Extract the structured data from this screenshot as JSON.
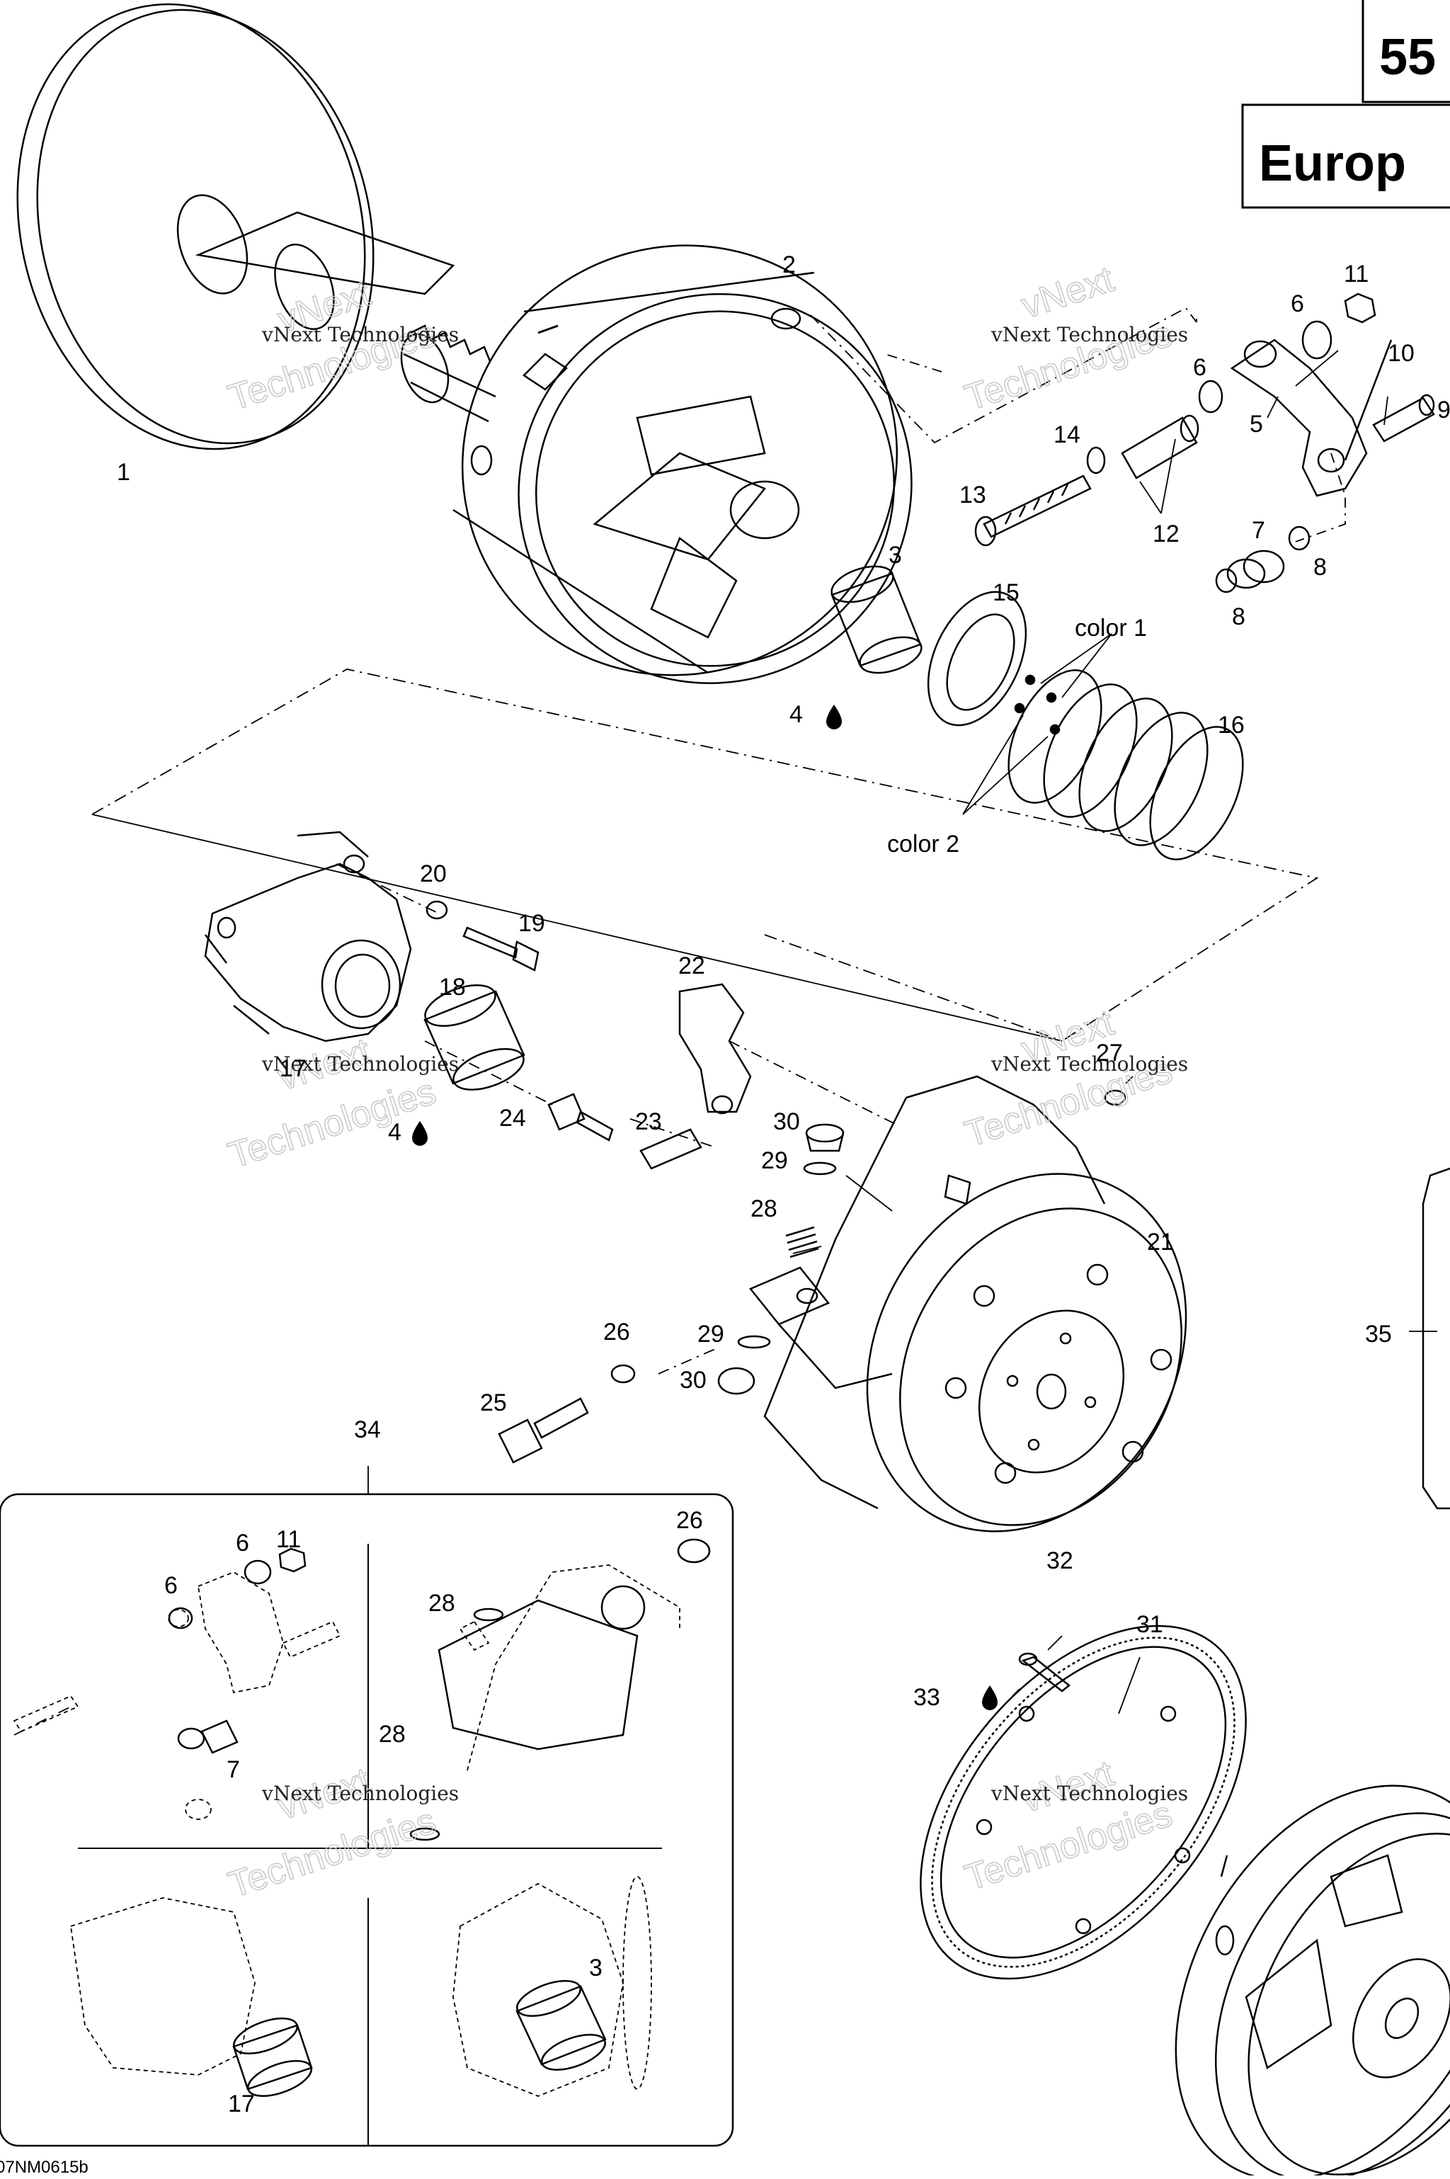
{
  "header": {
    "page_number": "55",
    "region": "Europ"
  },
  "watermark": {
    "company_line": "vNext Technologies",
    "outline_top": "vNext",
    "outline_bottom": "Technologies"
  },
  "callouts": {
    "p1": "1",
    "p2": "2",
    "p3": "3",
    "p3b": "3",
    "p4a": "4",
    "p4b": "4",
    "p5": "5",
    "p6a": "6",
    "p6b": "6",
    "p6c": "6",
    "p6d": "6",
    "p7": "7",
    "p7b": "7",
    "p8a": "8",
    "p8b": "8",
    "p9": "9",
    "p10": "10",
    "p11": "11",
    "p11b": "11",
    "p12": "12",
    "p13": "13",
    "p14": "14",
    "p15": "15",
    "p16": "16",
    "p17": "17",
    "p17b": "17",
    "p18": "18",
    "p19": "19",
    "p20": "20",
    "p21": "21",
    "p22": "22",
    "p23": "23",
    "p24": "24",
    "p25": "25",
    "p26": "26",
    "p26b": "26",
    "p27": "27",
    "p28a": "28",
    "p28b": "28",
    "p28c": "28",
    "p29a": "29",
    "p29b": "29",
    "p30a": "30",
    "p30b": "30",
    "p31": "31",
    "p32": "32",
    "p33": "33",
    "p34": "34",
    "p35": "35"
  },
  "spring_notes": {
    "color1": "color 1",
    "color2": "color 2"
  },
  "footer": {
    "drawing_code": "07NM0615b"
  }
}
